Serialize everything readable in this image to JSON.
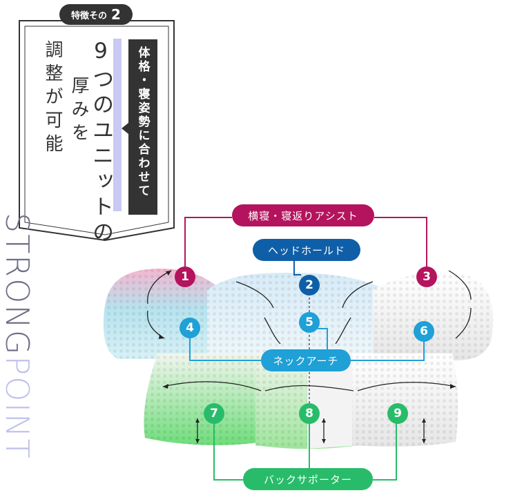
{
  "badge": {
    "label": "特徴その",
    "number": "2"
  },
  "heading": {
    "line1": "9つのユニットの",
    "line2": "厚みを",
    "line3": "調整が可能"
  },
  "tag": "体格・寝姿勢に合わせて",
  "side": {
    "part1": "STRONG",
    "part2": "POINT"
  },
  "labels": {
    "side_assist": "横寝・寝返りアシスト",
    "head_hold": "ヘッドホールド",
    "neck_arch": "ネックアーチ",
    "back_support": "バックサポーター"
  },
  "units": [
    "1",
    "2",
    "3",
    "4",
    "5",
    "6",
    "7",
    "8",
    "9"
  ],
  "colors": {
    "magenta": "#b4135e",
    "blue": "#0f5fa8",
    "cyan": "#1fa0d6",
    "green": "#28bc6a",
    "dark": "#333333"
  }
}
